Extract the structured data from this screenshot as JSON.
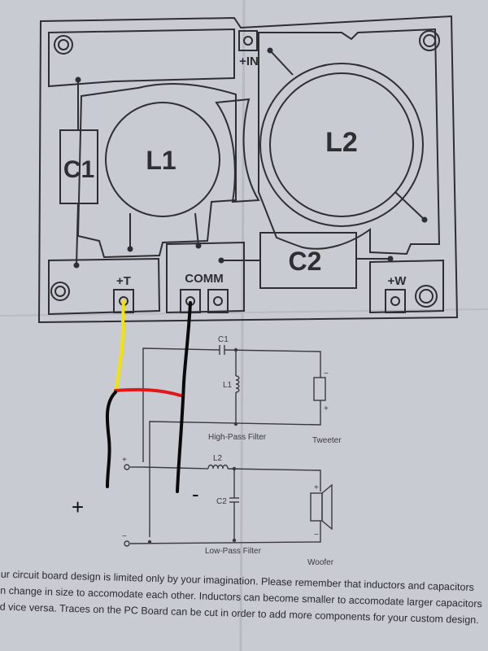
{
  "board": {
    "labels": {
      "c1": "C1",
      "l1": "L1",
      "l2": "L2",
      "c2": "C2",
      "in": "+IN",
      "t": "+T",
      "comm": "COMM",
      "w": "+W"
    }
  },
  "schematic": {
    "c1": "C1",
    "l1": "L1",
    "l2": "L2",
    "c2": "C2",
    "high_pass": "High-Pass Filter",
    "low_pass": "Low-Pass Filter",
    "tweeter": "Tweeter",
    "woofer": "Woofer",
    "plus": "+",
    "minus": "−"
  },
  "handwritten": {
    "plus": "+",
    "minus": "-"
  },
  "note": {
    "line1": "ur circuit board design is limited only by your imagination. Please remember that inductors and capacitors",
    "line2": "n change in size to accomodate each other. Inductors can become smaller to accomodate larger capacitors",
    "line3": "d vice versa. Traces on the PC Board can be cut in order to add more components for your custom design."
  },
  "colors": {
    "paper": "#c9cbd2",
    "trace": "#2e2e33",
    "yellow_wire": "#f2e400",
    "red_wire": "#e01818",
    "black_wire": "#0a0a0a"
  }
}
